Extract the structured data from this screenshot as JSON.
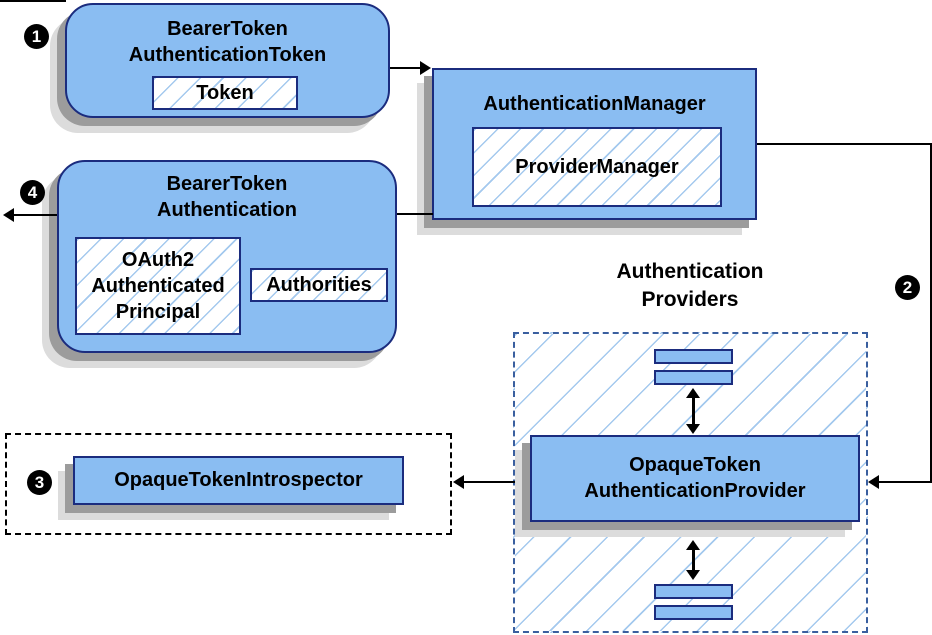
{
  "colors": {
    "node_fill": "#8abdf2",
    "node_border": "#1b2c7e",
    "hatch_line": "#a4c9ee",
    "shadow_dark": "#9c9c9c",
    "shadow_light": "#dcdcdc",
    "providers_dashed_border": "#3a5f9f",
    "introspector_dashed_border": "#000000",
    "arrow_color": "#000000",
    "badge_background": "#000000",
    "badge_text": "#ffffff",
    "text_color": "#000000"
  },
  "nodes": {
    "bearer_token_authentication_token": {
      "title": "BearerToken\nAuthenticationToken",
      "inner": {
        "token": "Token"
      }
    },
    "authentication_manager": {
      "title": "AuthenticationManager",
      "inner": {
        "provider_manager": "ProviderManager"
      }
    },
    "bearer_token_authentication": {
      "title": "BearerToken\nAuthentication",
      "inner": {
        "oauth2_authenticated_principal": "OAuth2\nAuthenticated\nPrincipal",
        "authorities": "Authorities"
      }
    },
    "opaque_token_introspector": {
      "title": "OpaqueTokenIntrospector"
    },
    "opaque_token_authentication_provider": {
      "title": "OpaqueToken\nAuthenticationProvider"
    }
  },
  "labels": {
    "authentication_providers": "Authentication\nProviders"
  },
  "badges": {
    "step1": "1",
    "step2": "2",
    "step3": "3",
    "step4": "4"
  }
}
